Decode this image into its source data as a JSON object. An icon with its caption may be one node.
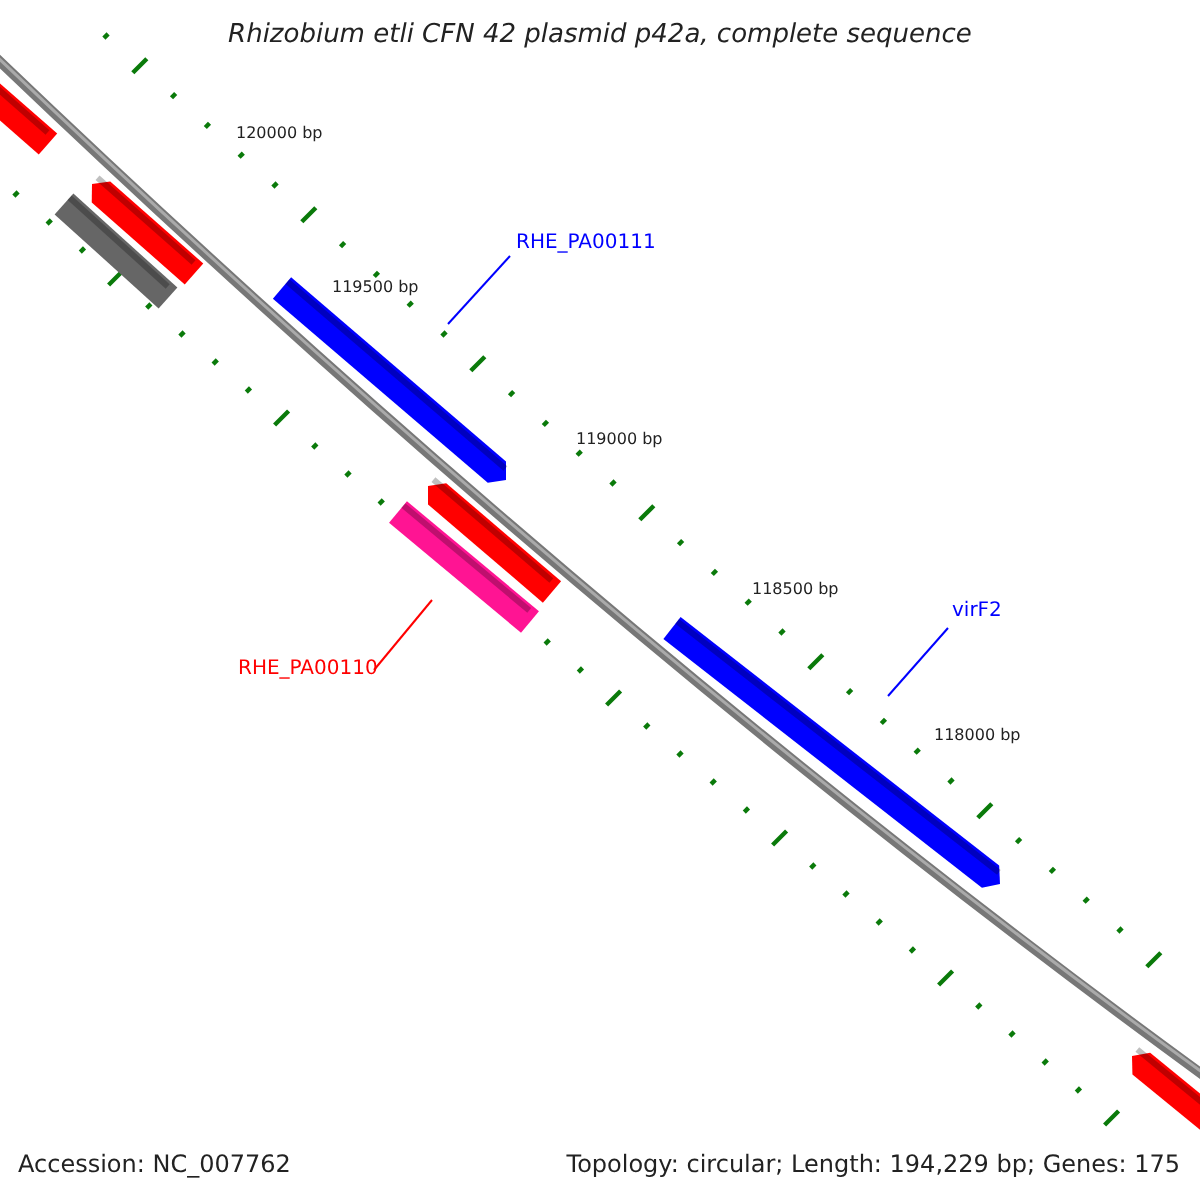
{
  "diagram": {
    "title": "Rhizobium etli CFN 42 plasmid p42a, complete sequence",
    "nodes": [
      {
        "text": [
          "RHE_PA00111"
        ]
      },
      {
        "text": [],
        "shape": "bar"
      },
      {
        "text": [
          "virF2"
        ]
      },
      {
        "text": [],
        "shape": "bar"
      },
      {
        "text": [
          "RHE_PA00110"
        ]
      },
      {
        "text": [],
        "shape": "bar"
      }
    ],
    "edges": [
      {
        "from": 0,
        "to": 1,
        "arrow": "none"
      },
      {
        "from": 2,
        "to": 3,
        "arrow": "none"
      },
      {
        "from": 4,
        "to": 5,
        "arrow": "none",
        "color": "#ff0000"
      }
    ],
    "labels": [
      "120000 bp",
      "119500 bp",
      "119000 bp",
      "118500 bp",
      "118000 bp",
      "Accession: NC_007762",
      "Topology: circular; Length: 194,229 bp; Genes: 175"
    ]
  }
}
